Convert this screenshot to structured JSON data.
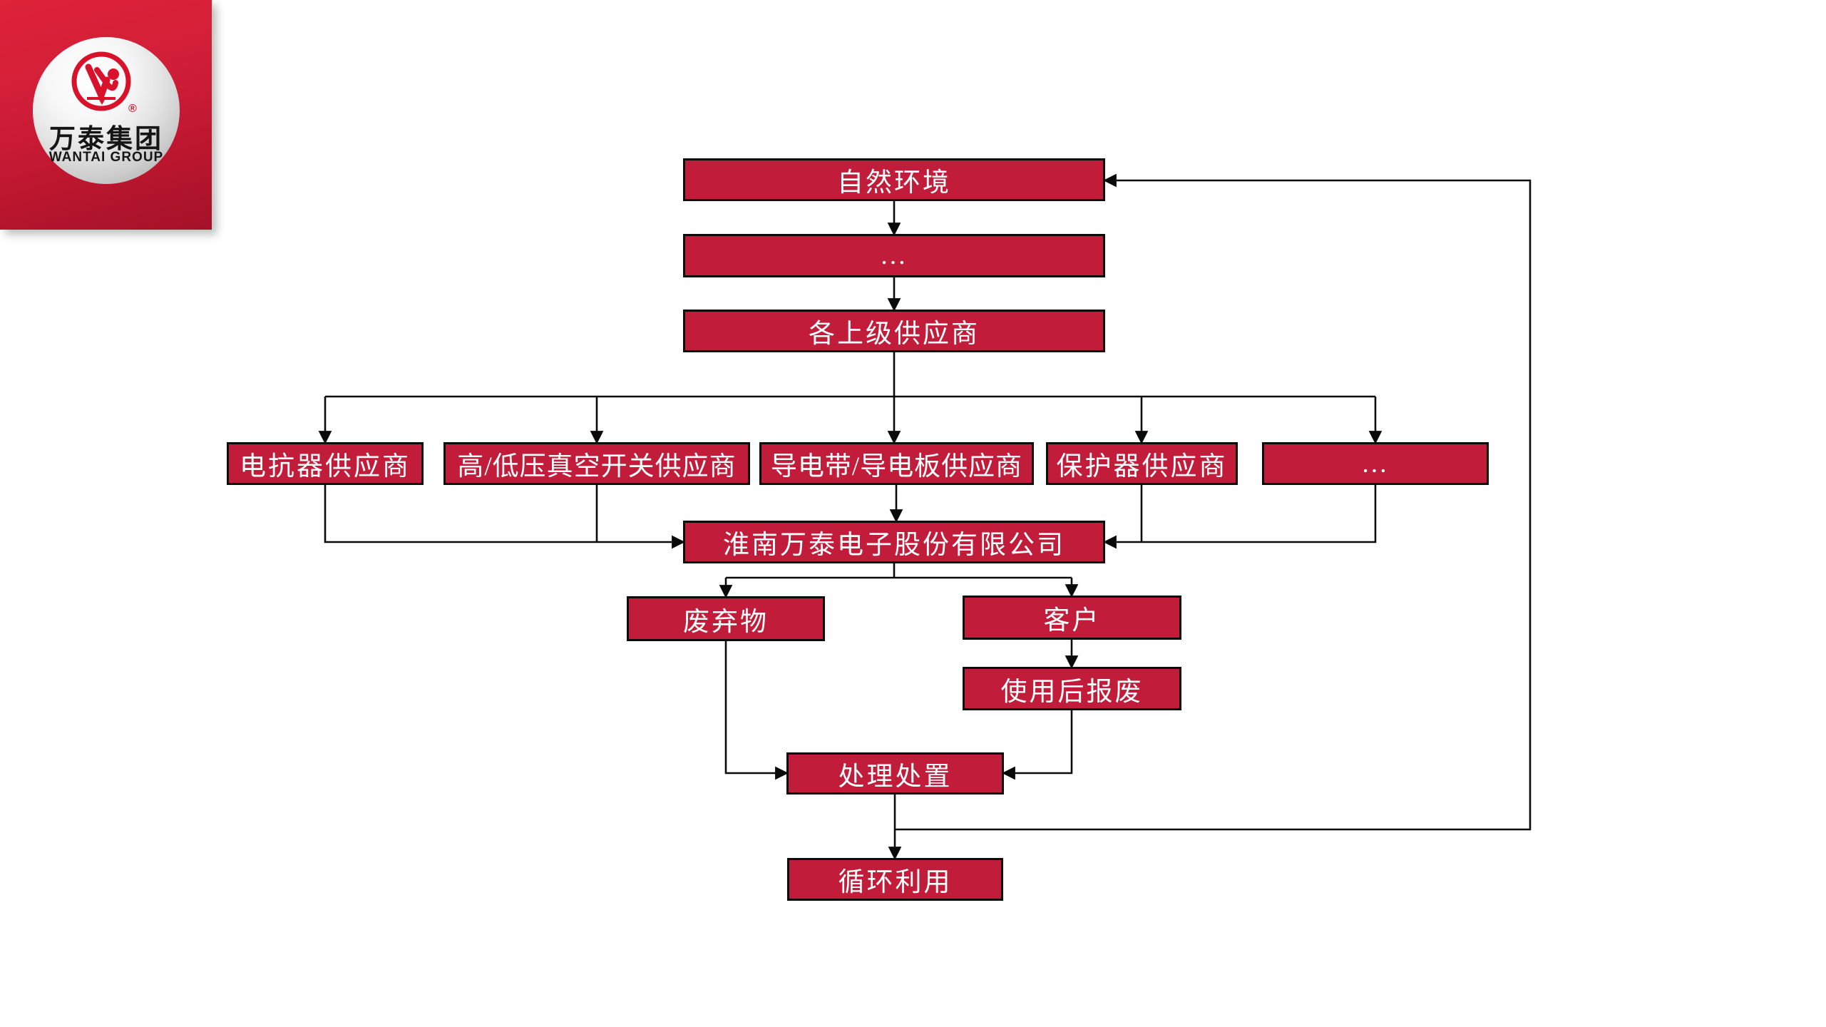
{
  "logo": {
    "company_cn": "万泰集团",
    "company_en": "WANTAI GROUP",
    "registered_mark": "®"
  },
  "colors": {
    "box_fill": "#C11C3A",
    "box_border": "#0B0B0B",
    "box_text": "#FFFFFF",
    "line_color": "#0A0A0A",
    "logo_red_top": "#DE2238",
    "logo_red_bottom": "#A31229",
    "background": "#FFFFFF"
  },
  "flowchart": {
    "nodes": {
      "natural_environment": {
        "label": "自然环境"
      },
      "ellipsis_top": {
        "label": "…"
      },
      "upper_suppliers": {
        "label": "各上级供应商"
      },
      "reactor_supplier": {
        "label": "电抗器供应商"
      },
      "vacuum_switch_supplier": {
        "label": "高/低压真空开关供应商"
      },
      "conductive_supplier": {
        "label": "导电带/导电板供应商"
      },
      "protector_supplier": {
        "label": "保护器供应商"
      },
      "ellipsis_supplier": {
        "label": "…"
      },
      "company": {
        "label": "淮南万泰电子股份有限公司"
      },
      "waste": {
        "label": "废弃物"
      },
      "customer": {
        "label": "客户"
      },
      "scrap_after_use": {
        "label": "使用后报废"
      },
      "treatment_disposal": {
        "label": "处理处置"
      },
      "recycling": {
        "label": "循环利用"
      }
    }
  }
}
